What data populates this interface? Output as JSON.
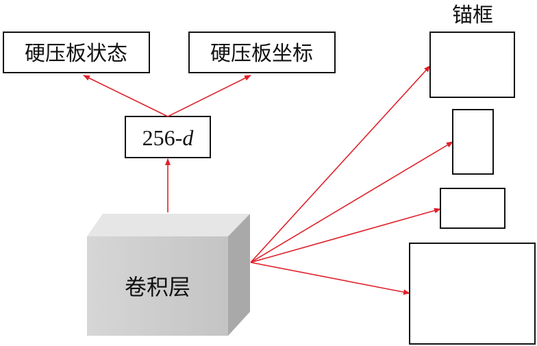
{
  "labels": {
    "hard_plate_state": "硬压板状态",
    "hard_plate_coords": "硬压板坐标",
    "feature_dim_number": "256-",
    "feature_dim_var": "d",
    "conv_layer": "卷积层",
    "anchor_boxes": "锚框"
  },
  "colors": {
    "arrow": "#e0202a",
    "cube_front": "#cfcfcf",
    "cube_top": "#e6e6e6",
    "cube_side": "#a9a9a9"
  }
}
